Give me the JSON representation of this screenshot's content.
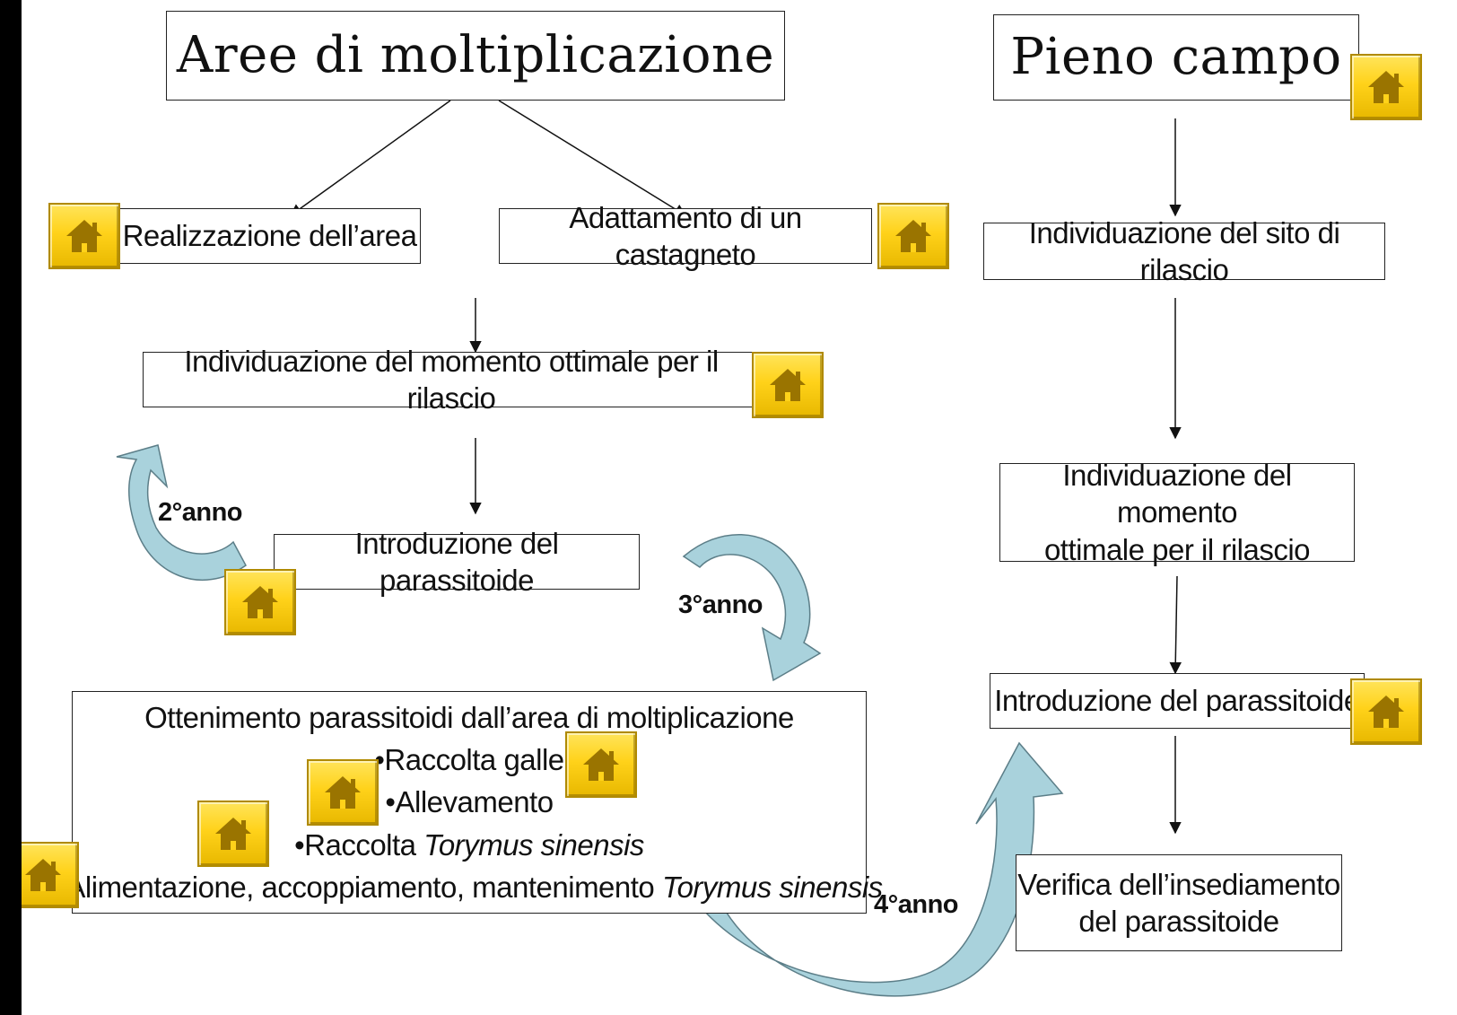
{
  "titles": {
    "left": "Aree di moltiplicazione",
    "right": "Pieno campo"
  },
  "left": {
    "realizzazione": "Realizzazione dell’area",
    "adattamento": "Adattamento di un castagneto",
    "momento": "Individuazione del momento ottimale per il rilascio",
    "introduzione": "Introduzione del parassitoide",
    "ottenimento": {
      "heading": "Ottenimento parassitoidi dall’area di moltiplicazione",
      "items": [
        {
          "text": "•Raccolta galle",
          "italic": ""
        },
        {
          "text": "•Allevamento",
          "italic": ""
        },
        {
          "text": "•Raccolta ",
          "italic": "Torymus sinensis"
        },
        {
          "text": "•Alimentazione, accoppiamento, mantenimento ",
          "italic": "Torymus sinensis"
        }
      ]
    }
  },
  "right": {
    "sito": "Individuazione del sito di rilascio",
    "momento_l1": "Individuazione del momento",
    "momento_l2": "ottimale per il rilascio",
    "introduzione": "Introduzione del parassitoide",
    "verifica_l1": "Verifica dell’insediamento",
    "verifica_l2": "del parassitoide"
  },
  "cycle_labels": {
    "anno2": "2°anno",
    "anno3": "3°anno",
    "anno4": "4°anno"
  },
  "colors": {
    "curved_arrow_fill": "#a9d2dc",
    "curved_arrow_stroke": "#5c7e88",
    "home_button": "#ffd21a",
    "home_icon": "#9a7400"
  },
  "icons": {
    "home_button": "home-icon"
  }
}
